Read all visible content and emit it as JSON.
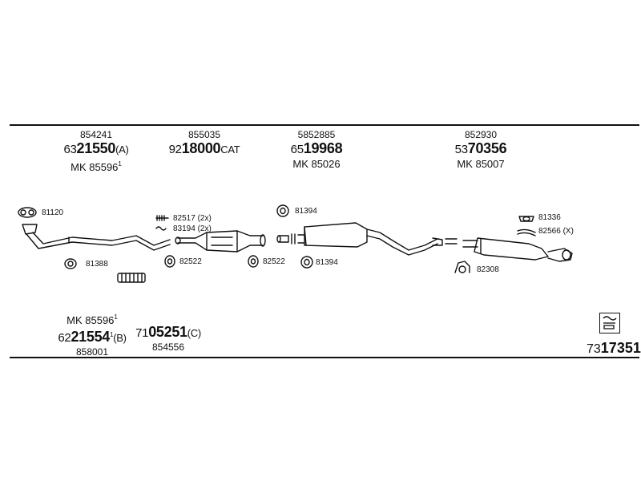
{
  "top_columns": [
    {
      "ref": "854241",
      "pn_lead": "63",
      "pn_main": "21550",
      "pn_suffix": "(A)",
      "mk": "MK 85596",
      "mk_sup": "1"
    },
    {
      "ref": "855035",
      "pn_lead": "92",
      "pn_main": "18000",
      "pn_suffix": "CAT",
      "mk": "",
      "mk_sup": ""
    },
    {
      "ref": "5852885",
      "pn_lead": "65",
      "pn_main": "19968",
      "pn_suffix": "",
      "mk": "MK 85026",
      "mk_sup": ""
    },
    {
      "ref": "852930",
      "pn_lead": "53",
      "pn_main": "70356",
      "pn_suffix": "",
      "mk": "MK 85007",
      "mk_sup": ""
    }
  ],
  "part_labels": {
    "p81120": "81120",
    "p81388": "81388",
    "p82517": "82517 (2x)",
    "p83194": "83194 (2x)",
    "p82522a": "82522",
    "p82522b": "82522",
    "p81394a": "81394",
    "p81394b": "81394",
    "p81336": "81336",
    "p82566": "82566 (X)",
    "p82308": "82308"
  },
  "bottom_left": {
    "mk": "MK 85596",
    "mk_sup": "1",
    "pn_lead": "62",
    "pn_main": "21554",
    "pn_sup": "1",
    "pn_suffix": "(B)",
    "ref": "858001"
  },
  "bottom_mid": {
    "pn_lead": "71",
    "pn_main": "05251",
    "pn_suffix": "(C)",
    "ref": "854556"
  },
  "kit_number": {
    "lead": "73",
    "main": "17351"
  },
  "icons": [
    "exhaust-kit-logo-icon"
  ],
  "colors": {
    "ink": "#111111",
    "background": "#ffffff"
  }
}
